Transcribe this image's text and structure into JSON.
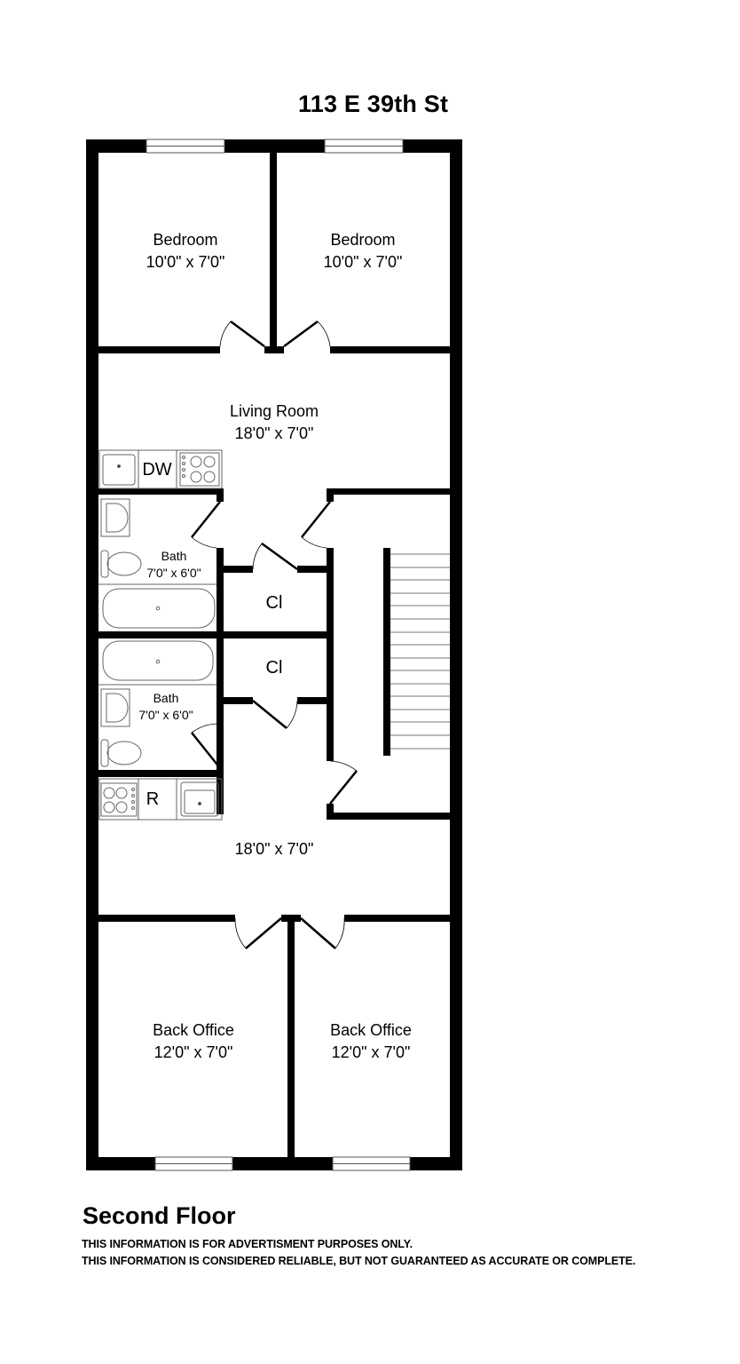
{
  "header": {
    "title": "113 E 39th St"
  },
  "rooms": {
    "bedroom_left": {
      "name": "Bedroom",
      "size": "10'0\" x 7'0\""
    },
    "bedroom_right": {
      "name": "Bedroom",
      "size": "10'0\" x 7'0\""
    },
    "living_room": {
      "name": "Living Room",
      "size": "18'0\" x 7'0\""
    },
    "bath_top": {
      "name": "Bath",
      "size": "7'0\" x 6'0\""
    },
    "bath_bottom": {
      "name": "Bath",
      "size": "7'0\" x 6'0\""
    },
    "closet_top": {
      "name": "Cl"
    },
    "closet_bottom": {
      "name": "Cl"
    },
    "lower_room": {
      "size": "18'0\" x 7'0\""
    },
    "office_left": {
      "name": "Back Office",
      "size": "12'0\" x 7'0\""
    },
    "office_right": {
      "name": "Back Office",
      "size": "12'0\" x 7'0\""
    }
  },
  "fixtures": {
    "dishwasher_label": "DW",
    "refrigerator_label": "R"
  },
  "footer": {
    "floor_name": "Second Floor",
    "disclaimer_1": "THIS INFORMATION IS FOR ADVERTISMENT PURPOSES ONLY.",
    "disclaimer_2": "THIS INFORMATION IS CONSIDERED RELIABLE, BUT NOT GUARANTEED AS ACCURATE OR COMPLETE."
  },
  "colors": {
    "wall": "#000000",
    "fixture_line": "#666666",
    "background": "#ffffff"
  }
}
